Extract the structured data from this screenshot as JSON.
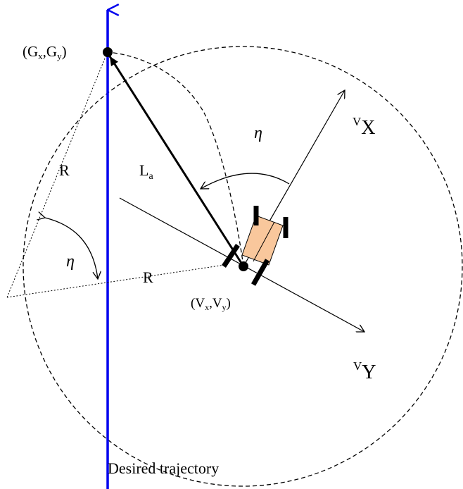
{
  "labels": {
    "goal_point_g": "G",
    "goal_point_x_sub": "x",
    "goal_point_y_sub": "y",
    "vehicle_point_v": "V",
    "vehicle_point_x_sub": "x",
    "vehicle_point_y_sub": "y",
    "radius_left": "R",
    "radius_bottom": "R",
    "lookahead_main": "L",
    "lookahead_sub": "a",
    "eta_top": "η",
    "eta_left": "η",
    "vx_superscript": "V",
    "vx_main": "X",
    "vy_superscript": "V",
    "vy_main": "Y",
    "trajectory": "Desired trajectory"
  },
  "colors": {
    "trajectory_line": "#0000ee",
    "vehicle_body": "#f9c79c",
    "ink": "#000000"
  }
}
